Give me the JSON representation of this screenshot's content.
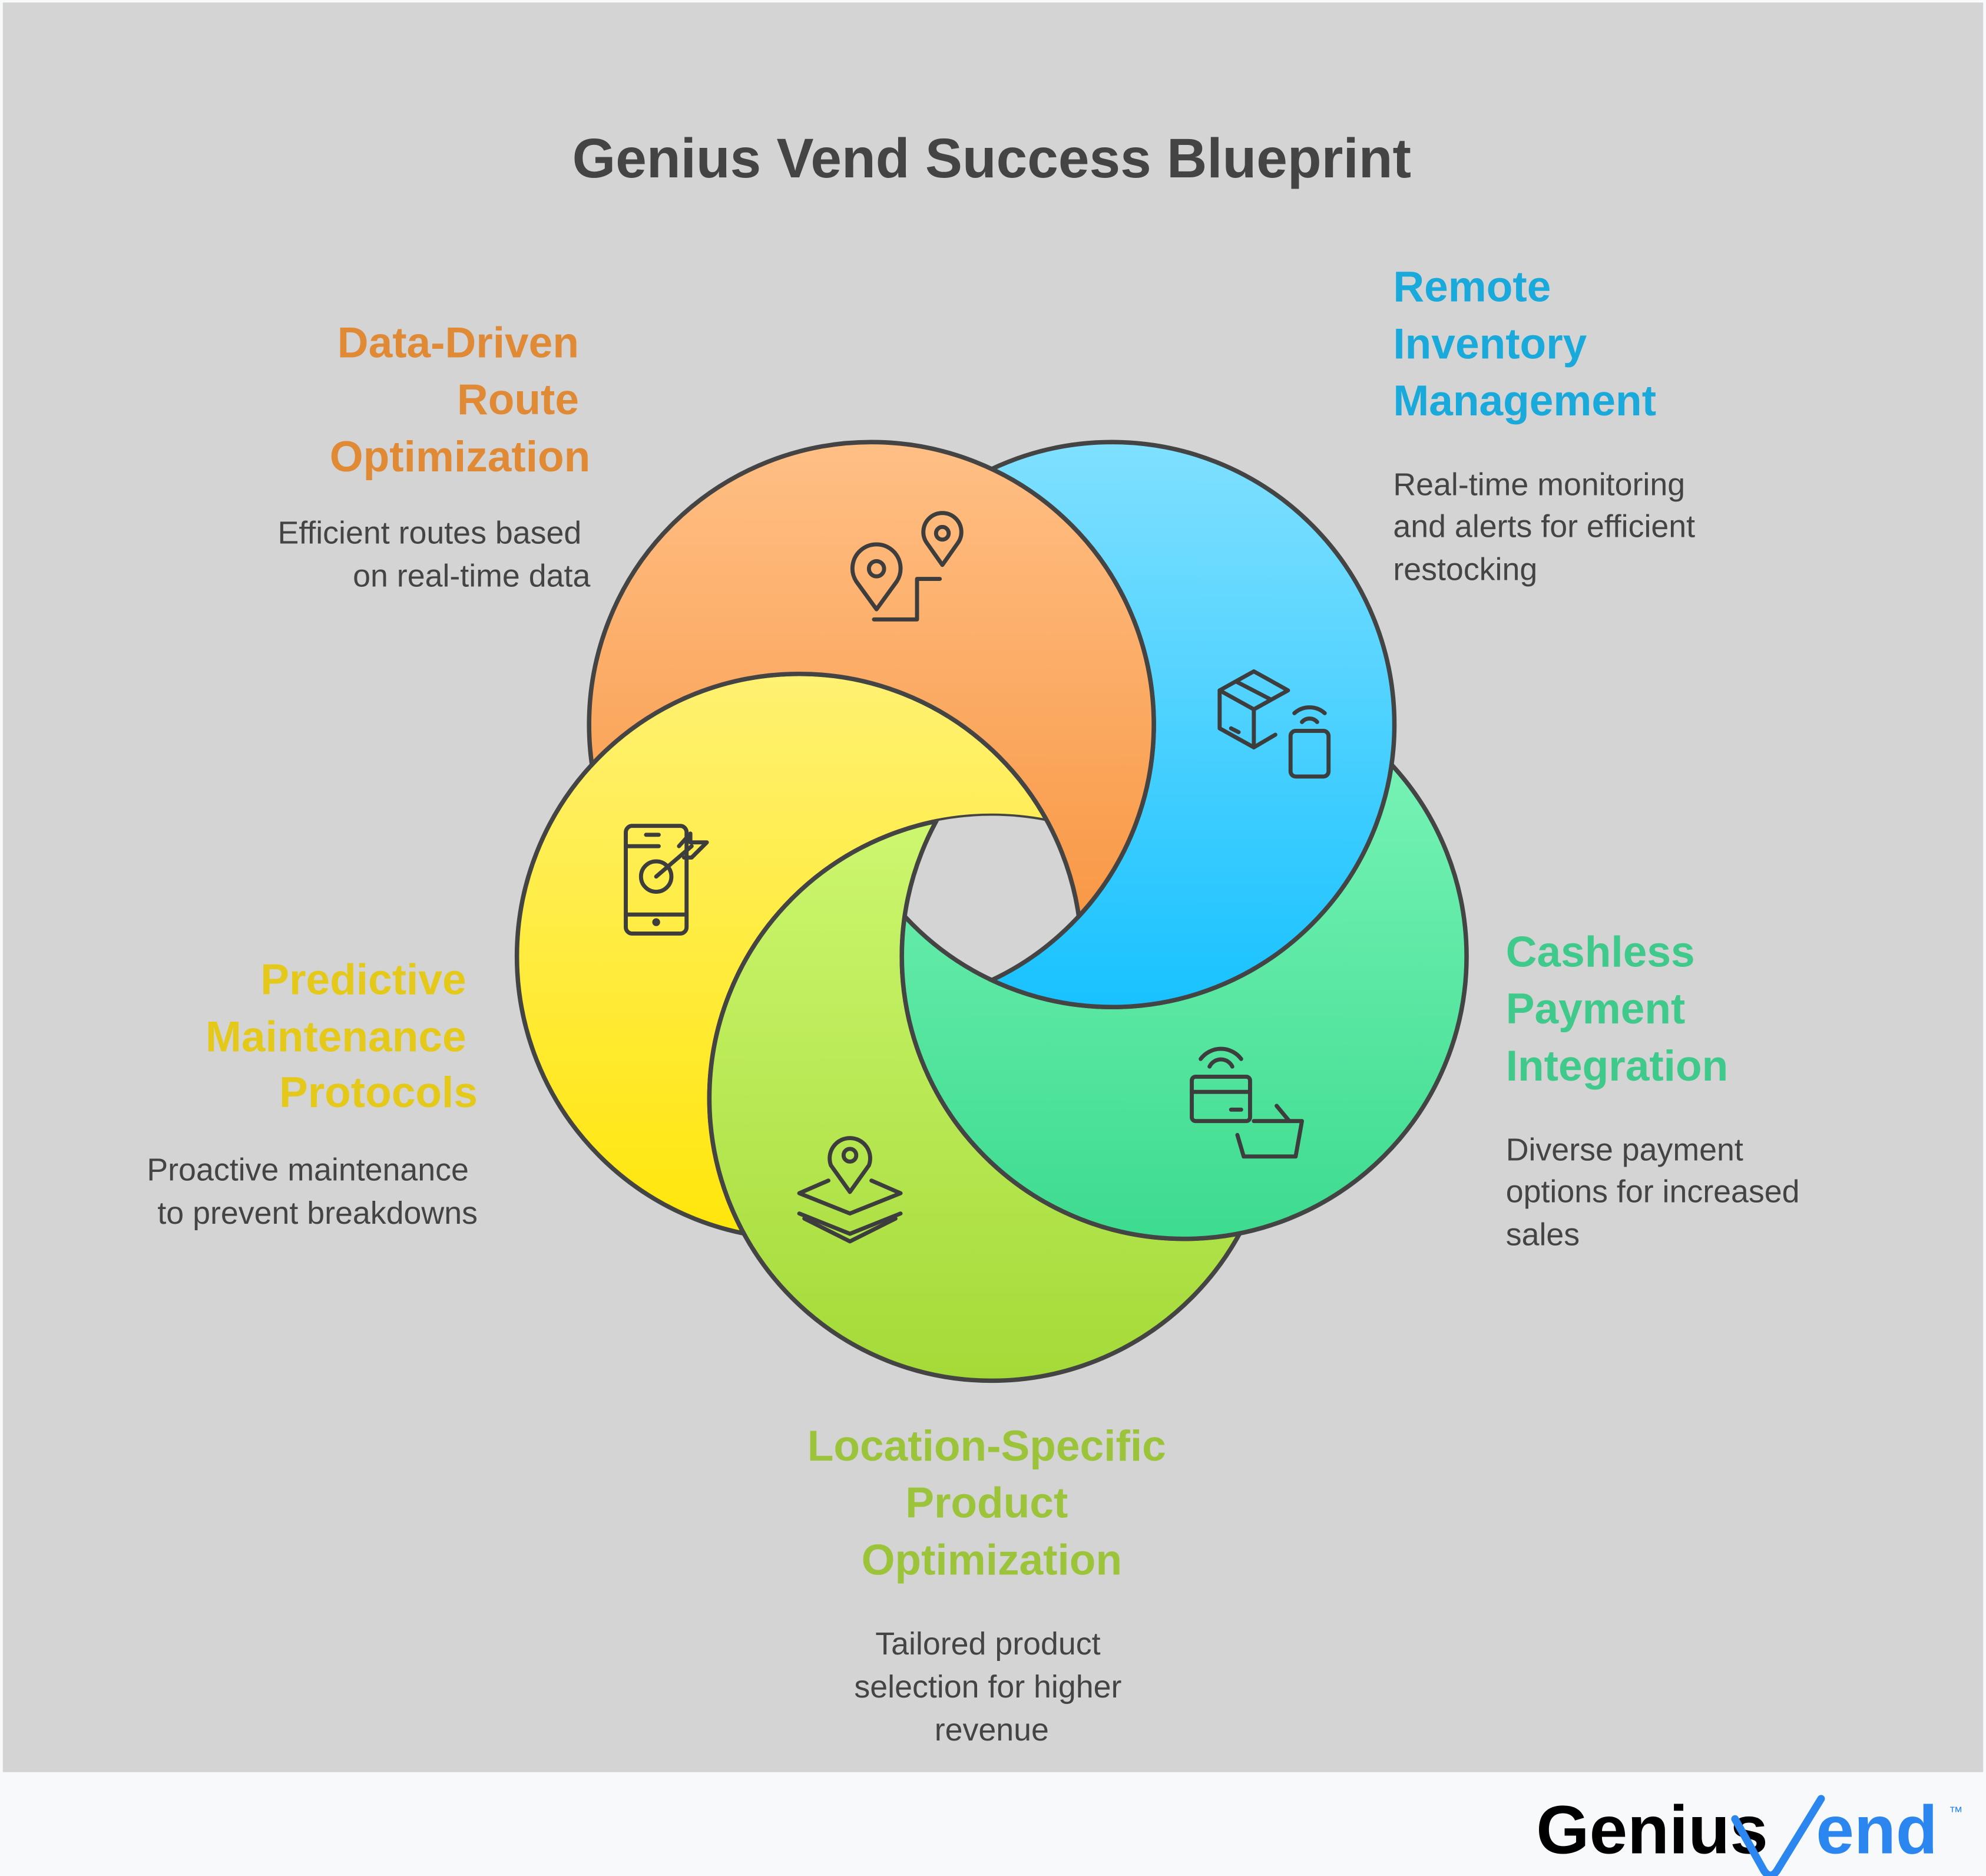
{
  "title": "Genius Vend Success Blueprint",
  "colors": {
    "background": "#d4d4d4",
    "footer": "#f7f9fb",
    "orange": "#E08A35",
    "blue": "#1AA9DB",
    "green": "#3FC98A",
    "yellow": "#E5C91A",
    "lime": "#9CC43A",
    "outline": "#444444",
    "brand_blue": "#2b86f0"
  },
  "sections": {
    "route": {
      "title_lines": [
        "Data-Driven",
        "Route",
        "Optimization"
      ],
      "desc_lines": [
        "Efficient routes based",
        "on real-time data"
      ],
      "icon": "route-pins-icon"
    },
    "inventory": {
      "title_lines": [
        "Remote",
        "Inventory",
        "Management"
      ],
      "desc_lines": [
        "Real-time monitoring",
        "and alerts for efficient",
        "restocking"
      ],
      "icon": "box-remote-icon"
    },
    "payment": {
      "title_lines": [
        "Cashless",
        "Payment",
        "Integration"
      ],
      "desc_lines": [
        "Diverse payment",
        "options for increased",
        "sales"
      ],
      "icon": "contactless-card-basket-icon"
    },
    "product": {
      "title_lines": [
        "Location-Specific",
        "Product",
        "Optimization"
      ],
      "desc_lines": [
        "Tailored product",
        "selection for higher",
        "revenue"
      ],
      "icon": "location-layers-icon"
    },
    "maintenance": {
      "title_lines": [
        "Predictive",
        "Maintenance",
        "Protocols"
      ],
      "desc_lines": [
        "Proactive maintenance",
        "to prevent breakdowns"
      ],
      "icon": "phone-target-icon"
    }
  },
  "logo": {
    "part1": "Genius",
    "part2": "end",
    "tm": "™"
  }
}
